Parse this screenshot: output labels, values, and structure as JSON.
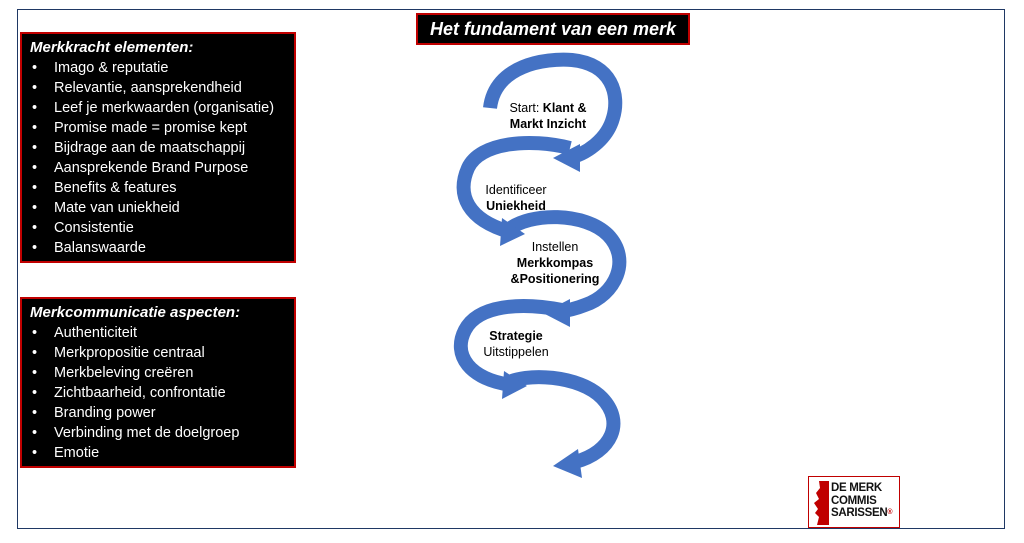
{
  "title": "Het fundament van een merk",
  "panel1": {
    "heading": "Merkkracht elementen:",
    "items": [
      "Imago & reputatie",
      "Relevantie, aansprekendheid",
      "Leef je merkwaarden (organisatie)",
      "Promise made = promise kept",
      "Bijdrage aan de maatschappij",
      "Aansprekende Brand Purpose",
      "Benefits & features",
      "Mate van uniekheid",
      "Consistentie",
      "Balanswaarde"
    ]
  },
  "panel2": {
    "heading": "Merkcommunicatie aspecten:",
    "items": [
      "Authenticiteit",
      "Merkpropositie centraal",
      "Merkbeleving creëren",
      "Zichtbaarheid, confrontatie",
      "Branding power",
      "Verbinding met de doelgroep",
      "Emotie"
    ]
  },
  "flow": {
    "step1": {
      "plain": "Start: ",
      "bold1": "Klant &",
      "bold2": "Markt Inzicht"
    },
    "step2": {
      "plain": "Identificeer",
      "bold": "Uniekheid"
    },
    "step3": {
      "plain": "Instellen",
      "bold1": "Merkkompas",
      "bold2": "&Positionering"
    },
    "step4": {
      "bold": "Strategie",
      "plain": "Uitstippelen"
    }
  },
  "logo": {
    "line1": "DE MERK",
    "line2": "COMMIS",
    "line3": "SARISSEN",
    "reg": "®"
  },
  "colors": {
    "arrow": "#4472c4",
    "accent": "#c00000",
    "panel_bg": "#000000"
  }
}
